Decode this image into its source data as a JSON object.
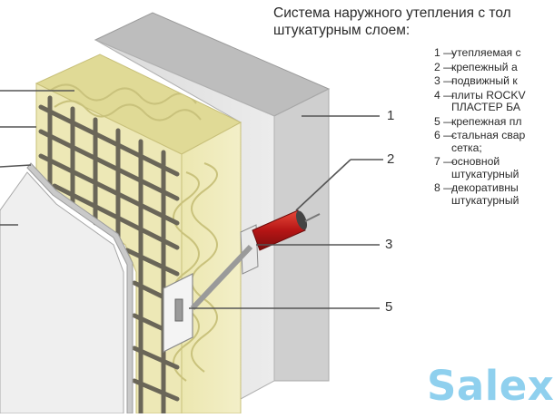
{
  "title": {
    "line1": "Система наружного утепления с тол",
    "line2": "штукатурным слоем:"
  },
  "legend": [
    {
      "num": "1 —",
      "text": "утепляемая с"
    },
    {
      "num": "2 —",
      "text": "крепежный а"
    },
    {
      "num": "3 —",
      "text": "подвижный к"
    },
    {
      "num": "4 —",
      "text": "плиты ROCKV\nПЛАСТЕР БА"
    },
    {
      "num": "5 —",
      "text": "крепежная пл"
    },
    {
      "num": "6 —",
      "text": "стальная свар\nсетка;"
    },
    {
      "num": "7 —",
      "text": "основной\nштукатурный"
    },
    {
      "num": "8 —",
      "text": "декоративны\nштукатурный"
    }
  ],
  "callouts": {
    "c1": "1",
    "c2": "2",
    "c3": "3",
    "c5": "5"
  },
  "watermark": "Salexy",
  "colors": {
    "wall": "#e4e4e4",
    "insulation": "#eeeab8",
    "mesh": "#6a6658",
    "plaster": "#efefef",
    "anchor": "#cc1f1f",
    "watermark": "#8fd0ee"
  }
}
